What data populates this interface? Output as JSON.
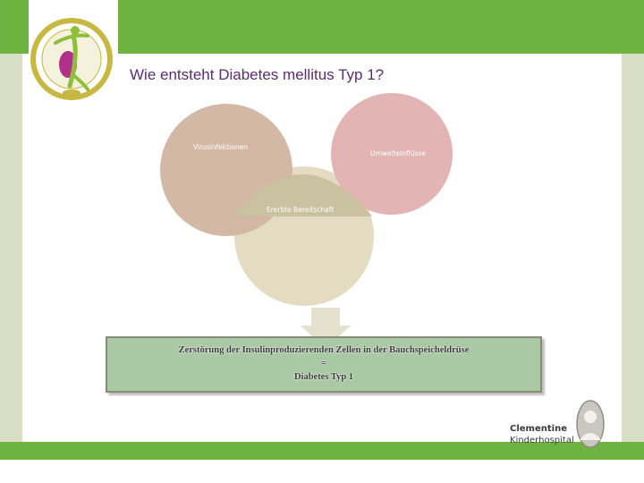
{
  "slide": {
    "title": "Wie entsteht Diabetes mellitus Typ 1?"
  },
  "diagram": {
    "circles": [
      {
        "label": "Virusinfektionen",
        "color": "#d4b8a6"
      },
      {
        "label": "Umwelteinflüsse",
        "color": "#e2b4b4"
      },
      {
        "label": "Ererbte Bereitschaft",
        "color": "#e3dcc3"
      }
    ],
    "overlap_color": "#c9c1a0"
  },
  "result": {
    "line1": "Zerstörung der Insulinproduzierenden Zellen in der Bauchspeicheldrüse",
    "line2": "=",
    "line3": "Diabetes Typ 1"
  },
  "hospital": {
    "name": "Clementine",
    "sub": "Kinderhospital"
  },
  "colors": {
    "band_green": "#6db33f",
    "side_beige": "#d9dfc4",
    "title_purple": "#5a2d6e",
    "box_green": "#a9c9a4"
  },
  "icons": {
    "arrow": "down-arrow-icon",
    "association_logo": "diabetes-association-logo",
    "hospital_logo": "portrait-medallion-icon"
  }
}
